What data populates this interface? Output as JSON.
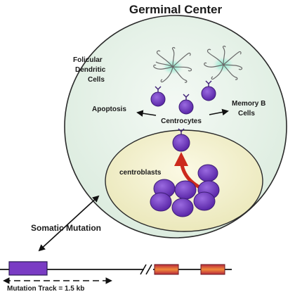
{
  "title": "Germinal Center",
  "labels": {
    "fdc_line1": "Folicular",
    "fdc_line2": "Dendritic",
    "fdc_line3": "Cells",
    "apoptosis": "Apoptosis",
    "centrocytes": "Centrocytes",
    "memory_line1": "Memory B",
    "memory_line2": "Cells",
    "centroblasts": "centroblasts",
    "somatic_mutation": "Somatic Mutation",
    "mutation_track": "Mutation Track = 1.5 kb"
  },
  "colors": {
    "outer_fill": "#e6f2ea",
    "inner_fill": "#f4f2cf",
    "cell_fill": "#6f36be",
    "cell_stroke": "#3d1d75",
    "fdc_glow": "#7fe3c4",
    "growth_arrow": "#cc2a1c",
    "gene_purple": "#7a3cc4",
    "gene_orange": "#e8733a",
    "gene_red": "#b8283c"
  }
}
